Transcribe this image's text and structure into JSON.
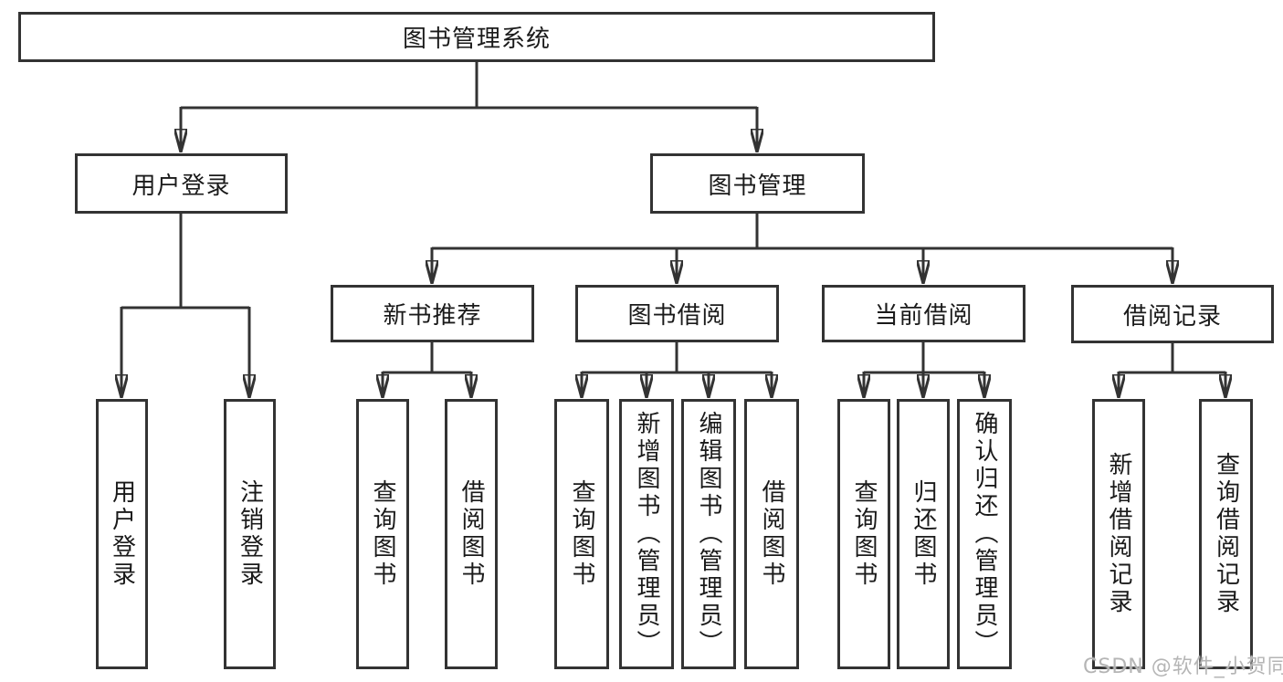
{
  "colors": {
    "line": "#333333",
    "box_border": "#333333",
    "text": "#1a1a1a",
    "watermark": "#b5b5b5",
    "background": "#ffffff"
  },
  "tree": {
    "root": "图书管理系统",
    "login": {
      "label": "用户登录",
      "children": [
        "用户登录",
        "注销登录"
      ]
    },
    "mgmt": {
      "label": "图书管理",
      "groups": [
        {
          "label": "新书推荐",
          "children": [
            "查询图书",
            "借阅图书"
          ]
        },
        {
          "label": "图书借阅",
          "children": [
            "查询图书",
            "新增图书（管理员）",
            "编辑图书（管理员）",
            "借阅图书"
          ]
        },
        {
          "label": "当前借阅",
          "children": [
            "查询图书",
            "归还图书",
            "确认归还（管理员）"
          ]
        },
        {
          "label": "借阅记录",
          "children": [
            "新增借阅记录",
            "查询借阅记录"
          ]
        }
      ]
    }
  },
  "watermark": "CSDN @软件_小贺同学"
}
